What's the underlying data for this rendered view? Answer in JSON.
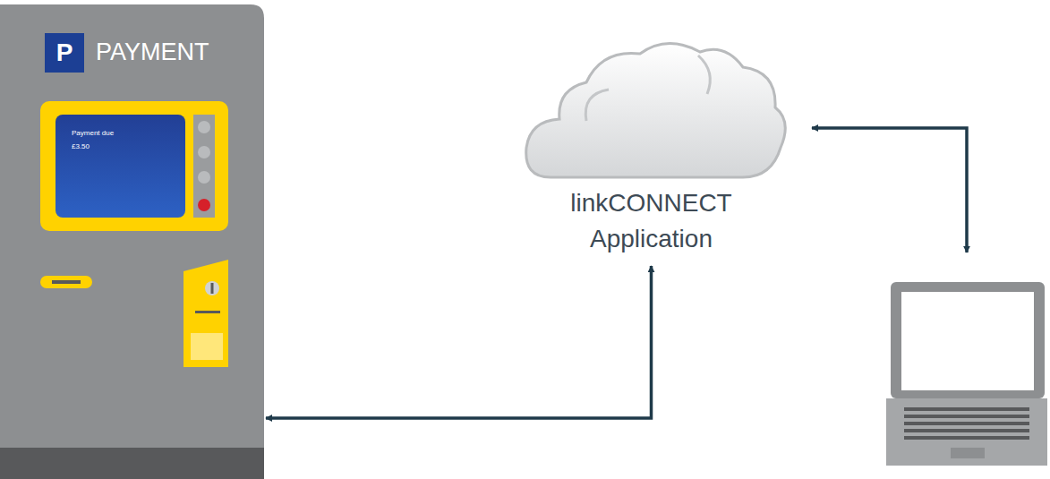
{
  "diagram": {
    "nodes": [
      {
        "text": [
          "PAYMENT"
        ]
      },
      {
        "text": [
          "P"
        ],
        "in": 0
      },
      {
        "text": [
          "Payment due",
          "£3.50"
        ],
        "in": 0
      },
      {
        "text": [
          "linkCONNECT Application"
        ]
      }
    ],
    "edges": [
      {
        "from": 0,
        "to": 3,
        "arrow": "both"
      }
    ]
  }
}
